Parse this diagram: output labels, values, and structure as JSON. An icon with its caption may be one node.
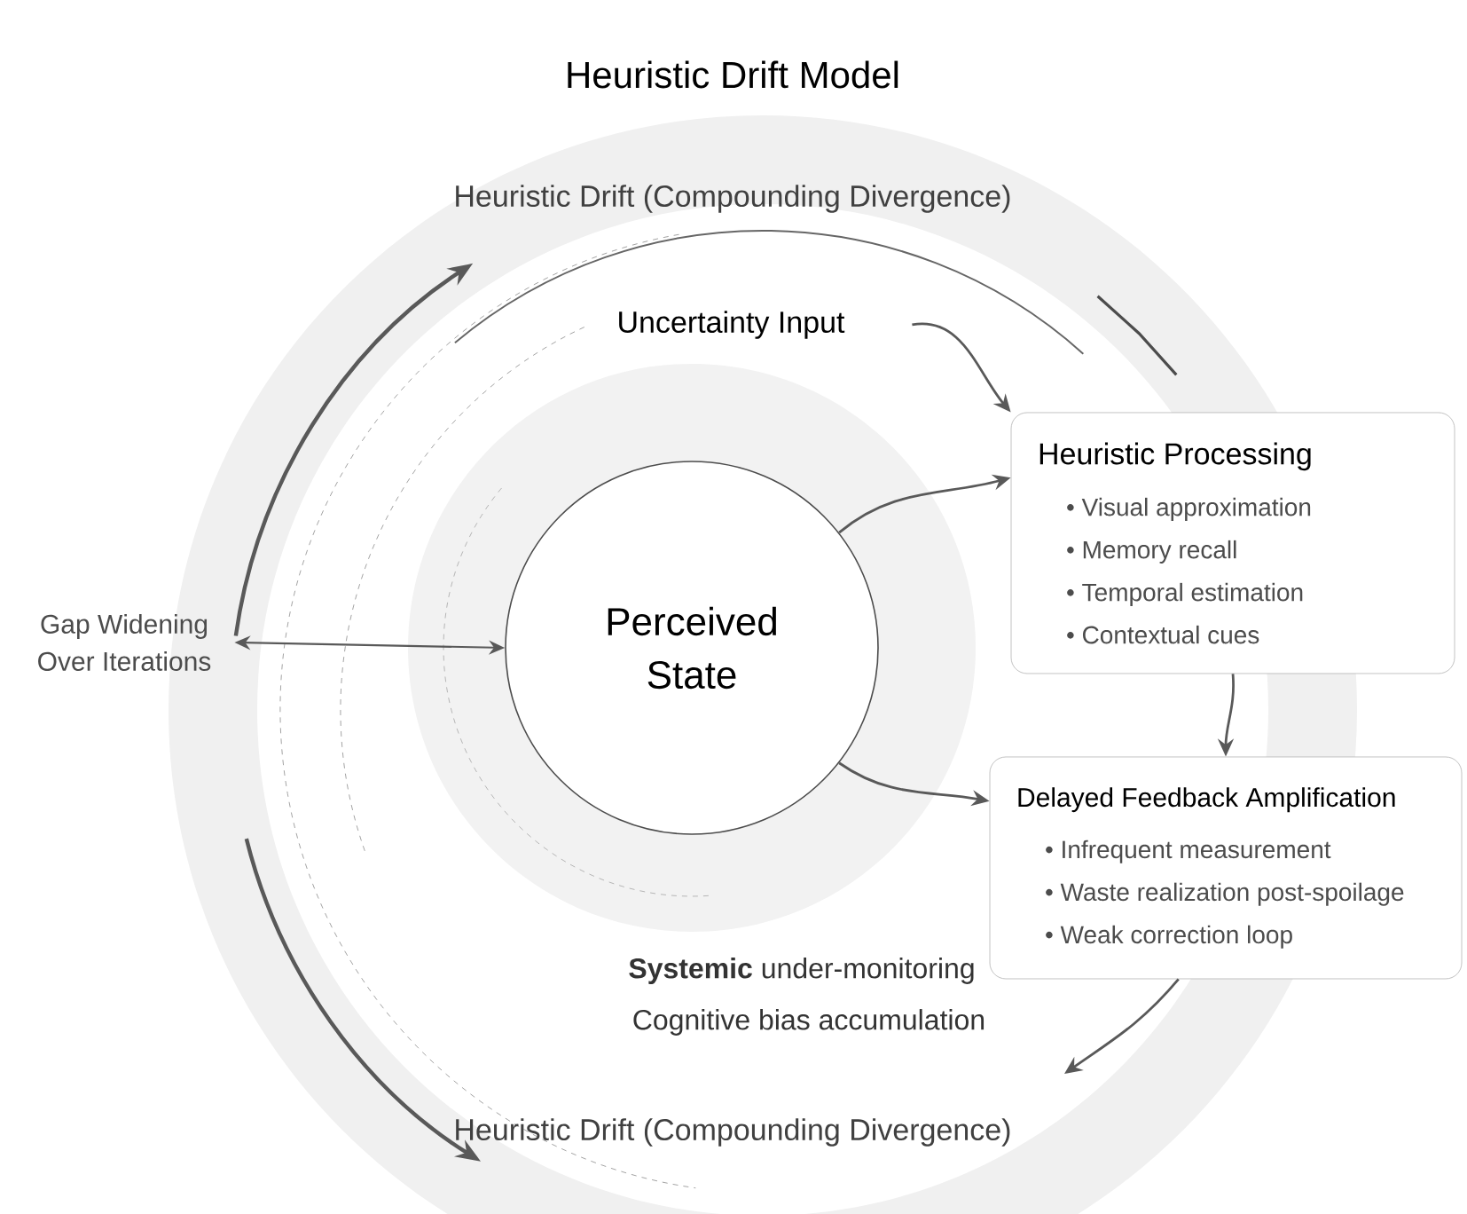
{
  "diagram": {
    "title": "Heuristic Drift Model",
    "nodes": [
      {
        "text": [
          "Perceived State"
        ]
      },
      {
        "text": [
          "Heuristic Processing",
          "• Visual approximation",
          "• Memory recall",
          "• Temporal estimation",
          "• Contextual cues"
        ]
      },
      {
        "text": [
          "Delayed Feedback Amplification",
          "• Infrequent measurement",
          "• Waste realization post-spoilage",
          "• Weak correction loop"
        ]
      },
      {
        "text": [
          "Uncertainty Input"
        ]
      },
      {
        "text": [
          "Gap Widening Over Iterations"
        ]
      }
    ],
    "edges": [
      {
        "from": 3,
        "to": 1,
        "arrow": "to"
      },
      {
        "from": 0,
        "to": 1,
        "arrow": "to"
      },
      {
        "from": 0,
        "to": 2,
        "arrow": "to"
      },
      {
        "from": 1,
        "to": 2,
        "arrow": "to"
      },
      {
        "from": 2,
        "to": null,
        "arrow": "to"
      },
      {
        "from": 4,
        "to": 0,
        "arrow": "both"
      }
    ],
    "labels": [
      "Heuristic Drift (Compounding Divergence)",
      "**Systemic** under-monitoring",
      "Cognitive bias accumulation",
      "Heuristic Drift (Compounding Divergence)"
    ]
  }
}
